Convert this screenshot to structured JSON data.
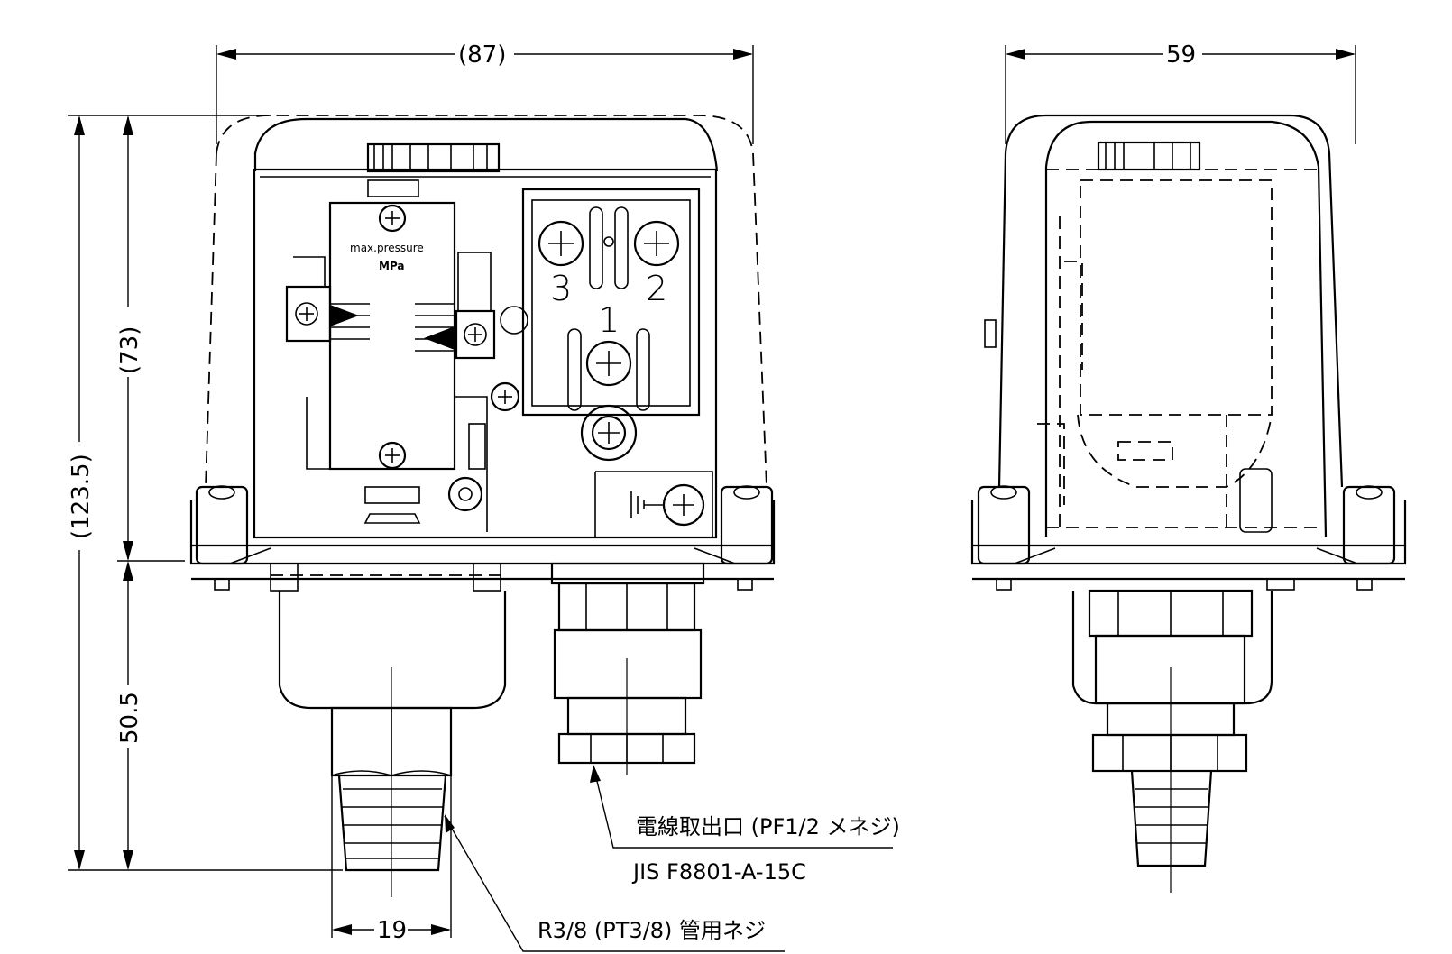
{
  "dimensions": {
    "front_width": "(87)",
    "side_width": "59",
    "total_height": "(123.5)",
    "upper_height": "(73)",
    "lower_height": "50.5",
    "thread_width": "19"
  },
  "dial": {
    "line1": "max.pressure",
    "line2": "MPa"
  },
  "terminals": {
    "t3": "3",
    "t2": "2",
    "t1": "1"
  },
  "callouts": {
    "cable_entry": "電線取出口 (PF1/2 メネジ)",
    "cable_standard": "JIS F8801-A-15C",
    "pipe_thread": "R3/8 (PT3/8) 管用ネジ"
  }
}
